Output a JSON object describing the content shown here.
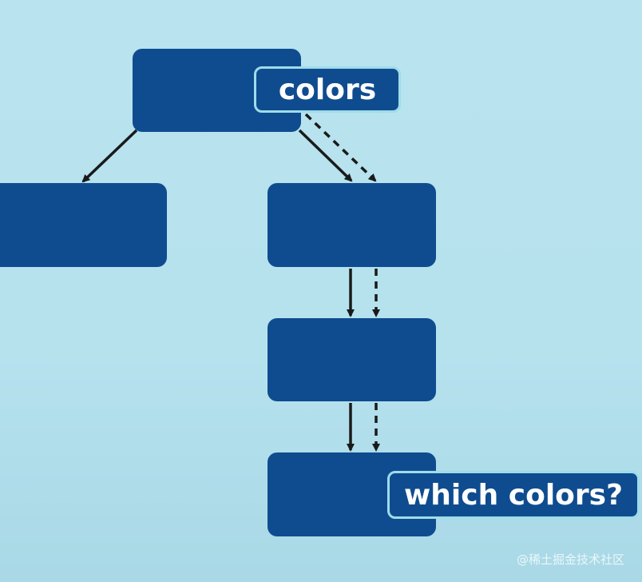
{
  "diagram": {
    "label_top": "colors",
    "label_bottom": "which colors?",
    "node_color": "#0f4c8f",
    "label_border_color": "#9fdcea",
    "arrow_color": "#1a1a1a",
    "arrow_styles": [
      "solid",
      "dashed"
    ]
  },
  "watermark": "@稀土掘金技术社区"
}
